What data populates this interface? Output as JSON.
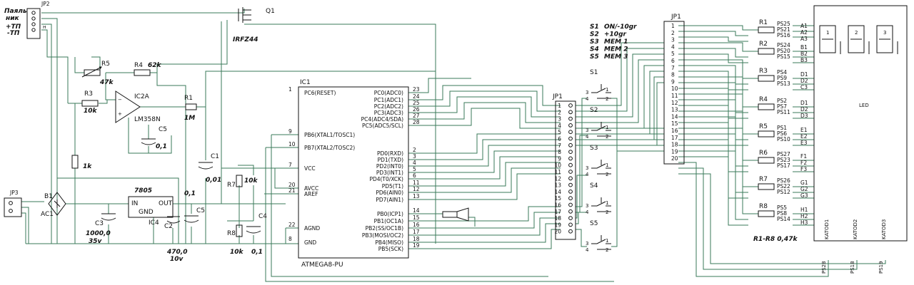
{
  "connectors": {
    "jp2": {
      "ref": "JP2",
      "label1": "Паяль",
      "label2": "ник",
      "pin_plus": "+ТП",
      "pin_minus": "-ТП",
      "pin_h": "н"
    },
    "jp3": {
      "ref": "JP3"
    },
    "jp1_left": {
      "ref": "JP1",
      "pins": [
        "1",
        "2",
        "3",
        "4",
        "5",
        "6",
        "7",
        "8",
        "9",
        "10",
        "11",
        "12",
        "13",
        "14",
        "15",
        "16",
        "17",
        "18",
        "19",
        "20"
      ]
    },
    "jp1_right": {
      "ref": "JP1",
      "pins": [
        "1",
        "2",
        "3",
        "4",
        "5",
        "6",
        "7",
        "8",
        "9",
        "10",
        "11",
        "12",
        "13",
        "14",
        "15",
        "16",
        "17",
        "18",
        "19",
        "20"
      ]
    }
  },
  "components": {
    "q1": {
      "ref": "Q1",
      "part": "IRFZ44"
    },
    "r5": {
      "ref": "R5",
      "value": "47k"
    },
    "r4": {
      "ref": "R4",
      "value": "62k"
    },
    "r3": {
      "ref": "R3",
      "value": "10k"
    },
    "ic2a": {
      "ref": "IC2A",
      "part": "LM358N"
    },
    "c5a": {
      "ref": "C5",
      "value": "0,1"
    },
    "r1": {
      "ref": "R1",
      "value": "1M"
    },
    "c1": {
      "ref": "C1",
      "value": "0,01"
    },
    "r_1k": {
      "value": "1k"
    },
    "b1": {
      "ref": "B1",
      "pin": "AC1"
    },
    "reg": {
      "ref": "IC4",
      "part": "7805",
      "in": "IN",
      "out": "OUT",
      "gnd": "GND"
    },
    "c3": {
      "ref": "C3",
      "value": "1000,0",
      "voltage": "35v"
    },
    "c2": {
      "ref": "C2",
      "value": "470,0",
      "voltage": "10v"
    },
    "c5b": {
      "ref": "C5",
      "value": "0,1"
    },
    "r7": {
      "ref": "R7",
      "value": "10k"
    },
    "r8": {
      "ref": "R8",
      "value": "10k"
    },
    "c4": {
      "ref": "C4",
      "value": "0,1"
    },
    "leds": {
      "ref": "LED",
      "kat1": "KATOD1",
      "kat2": "KATOD2",
      "kat3": "KATOD3"
    },
    "resistor_note": "R1-R8 0,47k"
  },
  "mcu": {
    "ref": "IC1",
    "part": "ATMEGA8-PU",
    "left_pins": [
      {
        "num": "1",
        "name": "PC6(RESET)"
      },
      {
        "num": "9",
        "name": "PB6(XTAL1/TOSC1)"
      },
      {
        "num": "10",
        "name": "PB7(XTAL2/TOSC2)"
      },
      {
        "num": "7",
        "name": "VCC"
      },
      {
        "num": "20",
        "name": "AVCC"
      },
      {
        "num": "21",
        "name": "AREF"
      },
      {
        "num": "22",
        "name": "AGND"
      },
      {
        "num": "8",
        "name": "GND"
      }
    ],
    "right_pins": [
      {
        "num": "23",
        "name": "PC0(ADC0)"
      },
      {
        "num": "24",
        "name": "PC1(ADC1)"
      },
      {
        "num": "25",
        "name": "PC2(ADC2)"
      },
      {
        "num": "26",
        "name": "PC3(ADC3)"
      },
      {
        "num": "27",
        "name": "PC4(ADC4/SDA)"
      },
      {
        "num": "28",
        "name": "PC5(ADC5/SCL)"
      },
      {
        "num": "2",
        "name": "PD0(RXD)"
      },
      {
        "num": "3",
        "name": "PD1(TXD)"
      },
      {
        "num": "4",
        "name": "PD2(INT0)"
      },
      {
        "num": "5",
        "name": "PD3(INT1)"
      },
      {
        "num": "6",
        "name": "PD4(T0/XCK)"
      },
      {
        "num": "11",
        "name": "PD5(T1)"
      },
      {
        "num": "12",
        "name": "PD6(AIN0)"
      },
      {
        "num": "13",
        "name": "PD7(AIN1)"
      },
      {
        "num": "14",
        "name": "PB0(ICP1)"
      },
      {
        "num": "15",
        "name": "PB1(OC1A)"
      },
      {
        "num": "16",
        "name": "PB2(SS/OC1B)"
      },
      {
        "num": "17",
        "name": "PB3(MOSI/OC2)"
      },
      {
        "num": "18",
        "name": "PB4(MISO)"
      },
      {
        "num": "19",
        "name": "PB5(SCK)"
      }
    ]
  },
  "switches": {
    "legend": [
      {
        "ref": "S1",
        "desc": "ON/-10gr"
      },
      {
        "ref": "S2",
        "desc": "+10gr"
      },
      {
        "ref": "S3",
        "desc": "MEM 1"
      },
      {
        "ref": "S4",
        "desc": "MEM 2"
      },
      {
        "ref": "S5",
        "desc": "MEM 3"
      }
    ],
    "refs": [
      "S1",
      "S2",
      "S3",
      "S4",
      "S5"
    ]
  },
  "resistors": [
    {
      "ref": "R1",
      "n1": "PS25",
      "n2": "PS21",
      "n3": "PS16",
      "o1": "A1",
      "o2": "A2",
      "o3": "A3"
    },
    {
      "ref": "R2",
      "n1": "PS24",
      "n2": "PS20",
      "n3": "PS15",
      "o1": "B1",
      "o2": "B2",
      "o3": "B3"
    },
    {
      "ref": "R3",
      "n1": "PS4",
      "n2": "PS9",
      "n3": "PS13",
      "o1": "D1",
      "o2": "D2",
      "o3": "C3"
    },
    {
      "ref": "R4",
      "n1": "PS2",
      "n2": "PS7",
      "n3": "PS11",
      "o1": "D1",
      "o2": "D2",
      "o3": "D3"
    },
    {
      "ref": "R5",
      "n1": "PS1",
      "n2": "PS6",
      "n3": "PS10",
      "o1": "E1",
      "o2": "E2",
      "o3": "E3"
    },
    {
      "ref": "R6",
      "n1": "PS27",
      "n2": "PS23",
      "n3": "PS17",
      "o1": "F1",
      "o2": "F2",
      "o3": "F3"
    },
    {
      "ref": "R7",
      "n1": "PS26",
      "n2": "PS22",
      "n3": "PS12",
      "o1": "G1",
      "o2": "G2",
      "o3": "G3"
    },
    {
      "ref": "R8",
      "n1": "PS5",
      "n2": "PS8",
      "n3": "PS14",
      "o1": "H1",
      "o2": "H2",
      "o3": "H3"
    }
  ],
  "kathodes": [
    {
      "label": "PS28"
    },
    {
      "label": "PS18"
    },
    {
      "label": "PS19"
    }
  ],
  "digits": [
    "1",
    "2",
    "3"
  ]
}
